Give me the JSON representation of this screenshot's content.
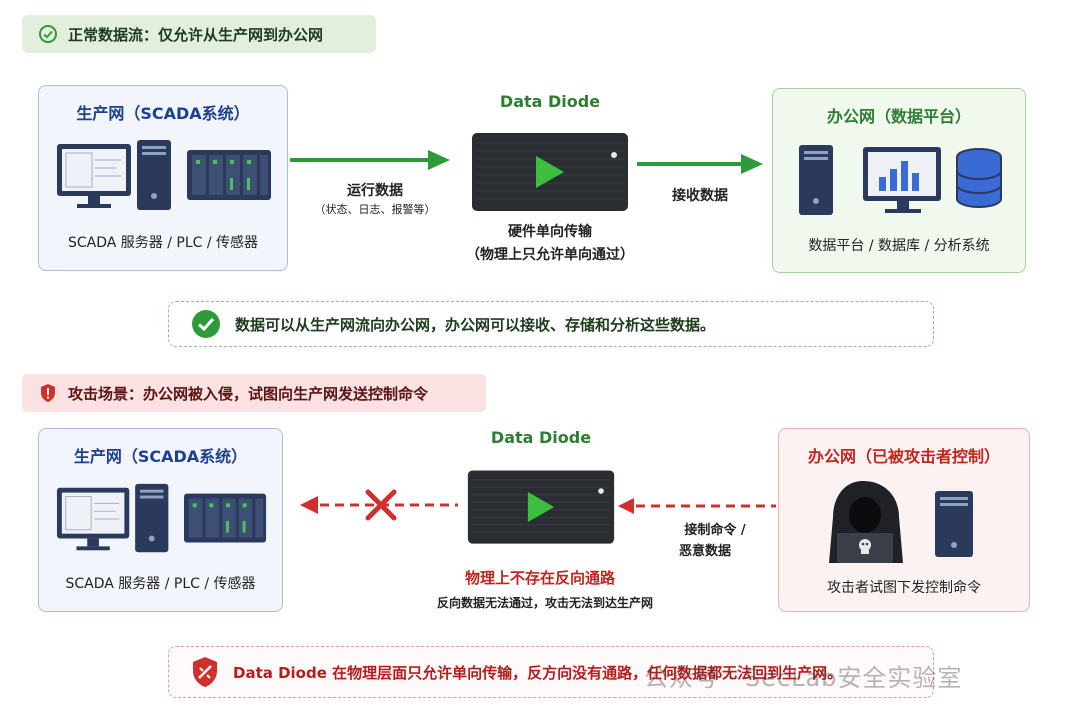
{
  "top": {
    "header": "正常数据流：仅允许从生产网到办公网",
    "production": {
      "title": "生产网（SCADA系统）",
      "caption": "SCADA 服务器 / PLC / 传感器"
    },
    "diode": {
      "title": "Data Diode",
      "caption_line1": "硬件单向传输",
      "caption_line2": "（物理上只允许单向通过）"
    },
    "arrow1_label": "运行数据",
    "arrow1_sublabel": "（状态、日志、报警等）",
    "arrow2_label": "接收数据",
    "office": {
      "title": "办公网（数据平台）",
      "caption": "数据平台 / 数据库 / 分析系统"
    },
    "callout": "数据可以从生产网流向办公网，办公网可以接收、存储和分析这些数据。"
  },
  "bottom": {
    "header": "攻击场景：办公网被入侵，试图向生产网发送控制命令",
    "production": {
      "title": "生产网（SCADA系统）",
      "caption": "SCADA 服务器 / PLC / 传感器"
    },
    "diode": {
      "title": "Data Diode"
    },
    "arrow_label_line1": "接制命令 /",
    "arrow_label_line2": "恶意数据",
    "blocked_title": "物理上不存在反向通路",
    "blocked_caption": "反向数据无法通过，攻击无法到达生产网",
    "office": {
      "title": "办公网（已被攻击者控制）",
      "caption": "攻击者试图下发控制命令"
    },
    "callout": "Data Diode 在物理层面只允许单向传输，反方向没有通路，任何数据都无法回到生产网。"
  },
  "watermark": "公众号 · SecLab安全实验室",
  "colors": {
    "green": "#2e9a3a",
    "red": "#d0302b",
    "navy": "#2b3a5c"
  }
}
